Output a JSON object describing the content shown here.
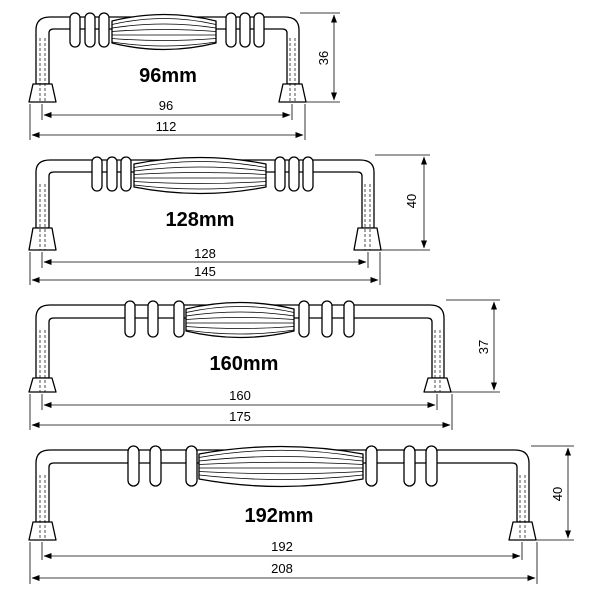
{
  "handles": [
    {
      "name_label": "96mm",
      "hole_spacing": "96",
      "overall_length": "112",
      "height": "36"
    },
    {
      "name_label": "128mm",
      "hole_spacing": "128",
      "overall_length": "145",
      "height": "40"
    },
    {
      "name_label": "160mm",
      "hole_spacing": "160",
      "overall_length": "175",
      "height": "37"
    },
    {
      "name_label": "192mm",
      "hole_spacing": "192",
      "overall_length": "208",
      "height": "40"
    }
  ],
  "colors": {
    "line": "#000000",
    "background": "#ffffff"
  }
}
